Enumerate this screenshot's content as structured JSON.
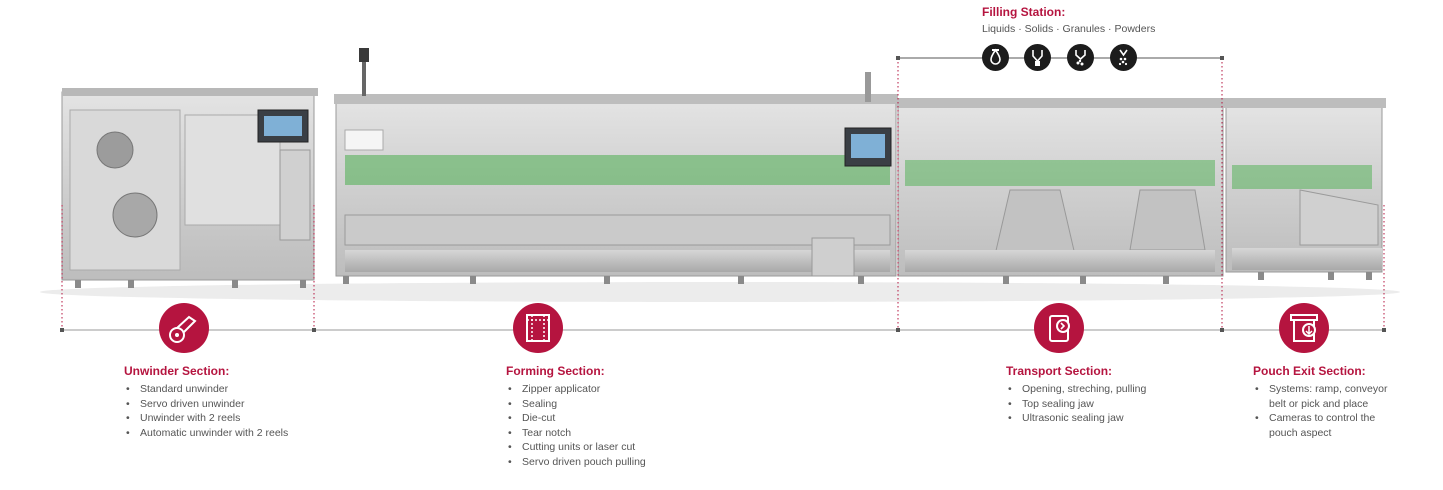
{
  "filling_station": {
    "title": "Filling Station:",
    "subtitle": "Liquids · Solids · Granules · Powders",
    "icons": [
      "liquid-drop-icon",
      "solids-icon",
      "granules-icon",
      "powders-icon"
    ]
  },
  "sections": [
    {
      "id": "unwinder",
      "title": "Unwinder Section:",
      "icon": "unwinder-reel-icon",
      "items": [
        "Standard unwinder",
        "Servo driven unwinder",
        "Unwinder with 2 reels",
        "Automatic unwinder with 2 reels"
      ]
    },
    {
      "id": "forming",
      "title": "Forming Section:",
      "icon": "forming-pouch-icon",
      "items": [
        "Zipper applicator",
        "Sealing",
        "Die-cut",
        "Tear notch",
        "Cutting units or laser cut",
        "Servo driven pouch pulling"
      ]
    },
    {
      "id": "transport",
      "title": "Transport Section:",
      "icon": "transport-pouch-icon",
      "items": [
        "Opening, streching, pulling",
        "Top sealing jaw",
        "Ultrasonic sealing jaw"
      ]
    },
    {
      "id": "exit",
      "title": "Pouch Exit Section:",
      "icon": "pouch-exit-icon",
      "items": [
        "Systems: ramp, conveyor belt or pick and place",
        "Cameras to control the pouch aspect"
      ]
    }
  ],
  "colors": {
    "accent": "#b5143f",
    "icon_dark": "#1c1c1c",
    "steel": "#c9c9c9",
    "green_guard": "#4caf50"
  }
}
